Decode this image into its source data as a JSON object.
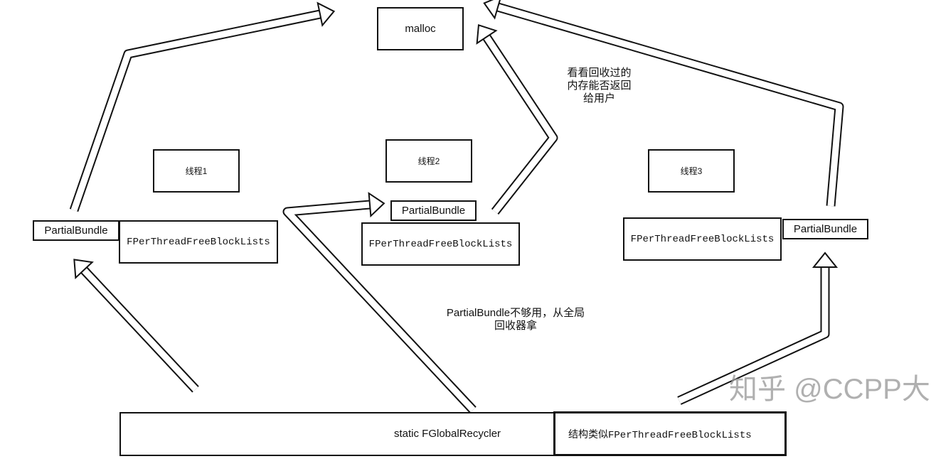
{
  "nodes": {
    "malloc": "malloc",
    "thread1": "线程1",
    "thread2": "线程2",
    "thread3": "线程3",
    "partial_bundle_1": "PartialBundle",
    "partial_bundle_2": "PartialBundle",
    "partial_bundle_3": "PartialBundle",
    "free_lists_1": "FPerThreadFreeBlockLists",
    "free_lists_2": "FPerThreadFreeBlockLists",
    "free_lists_3": "FPerThreadFreeBlockLists",
    "global_recycler": "static FGlobalRecycler",
    "global_structure": "结构类似FPerThreadFreeBlockLists"
  },
  "annotations": {
    "return_to_user": [
      "看看回收过的",
      "内存能否返回",
      "给用户"
    ],
    "fetch_from_global": [
      "PartialBundle不够用，从全局",
      "回收器拿"
    ]
  },
  "watermark": "知乎 @CCPP大仙"
}
